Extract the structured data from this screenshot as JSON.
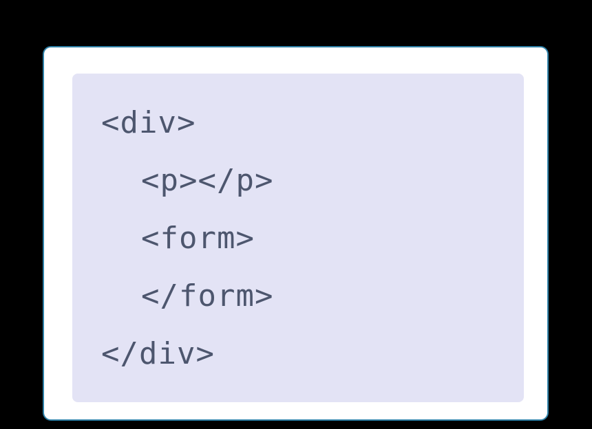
{
  "code_block": {
    "lines": [
      {
        "text": "<div>",
        "indent": 0
      },
      {
        "text": "<p></p>",
        "indent": 1
      },
      {
        "text": "<form>",
        "indent": 1
      },
      {
        "text": "</form>",
        "indent": 1
      },
      {
        "text": "</div>",
        "indent": 0
      }
    ]
  },
  "colors": {
    "page_background": "#000000",
    "card_background": "#ffffff",
    "card_border": "#2e81a8",
    "code_background": "#e3e3f5",
    "code_text": "#4d566e"
  }
}
